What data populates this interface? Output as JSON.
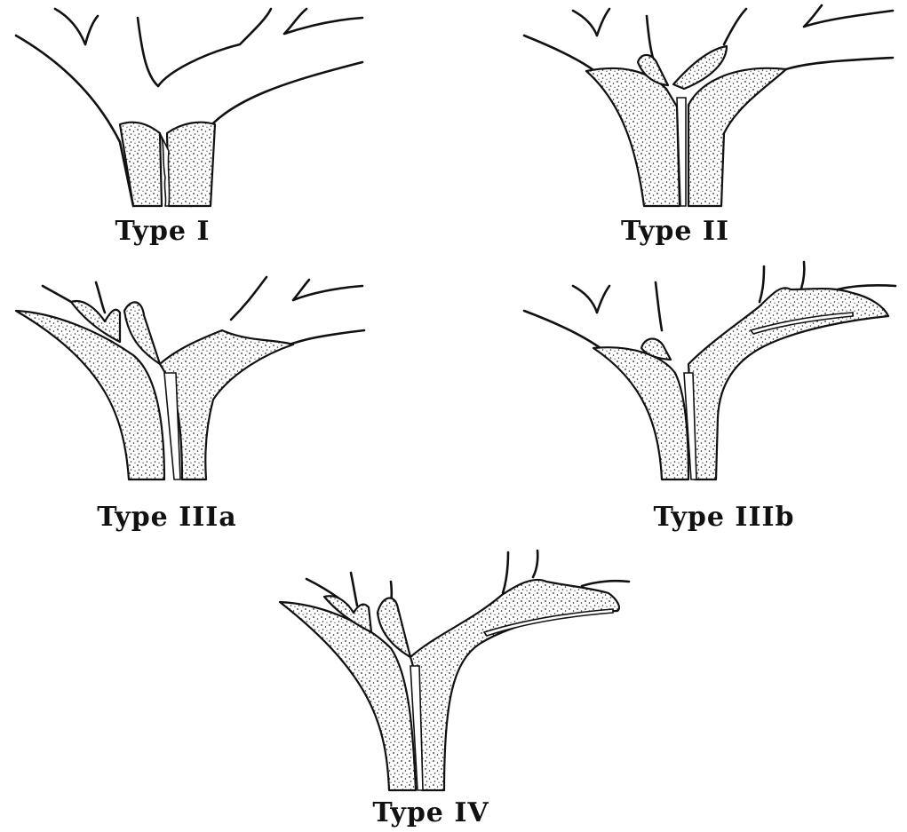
{
  "panels": [
    {
      "id": "type-1",
      "label": "Type I"
    },
    {
      "id": "type-2",
      "label": "Type II"
    },
    {
      "id": "type-3a",
      "label": "Type IIIa"
    },
    {
      "id": "type-3b",
      "label": "Type IIIb"
    },
    {
      "id": "type-4",
      "label": "Type IV"
    }
  ],
  "colors": {
    "ink": "#111111",
    "background": "#ffffff"
  }
}
